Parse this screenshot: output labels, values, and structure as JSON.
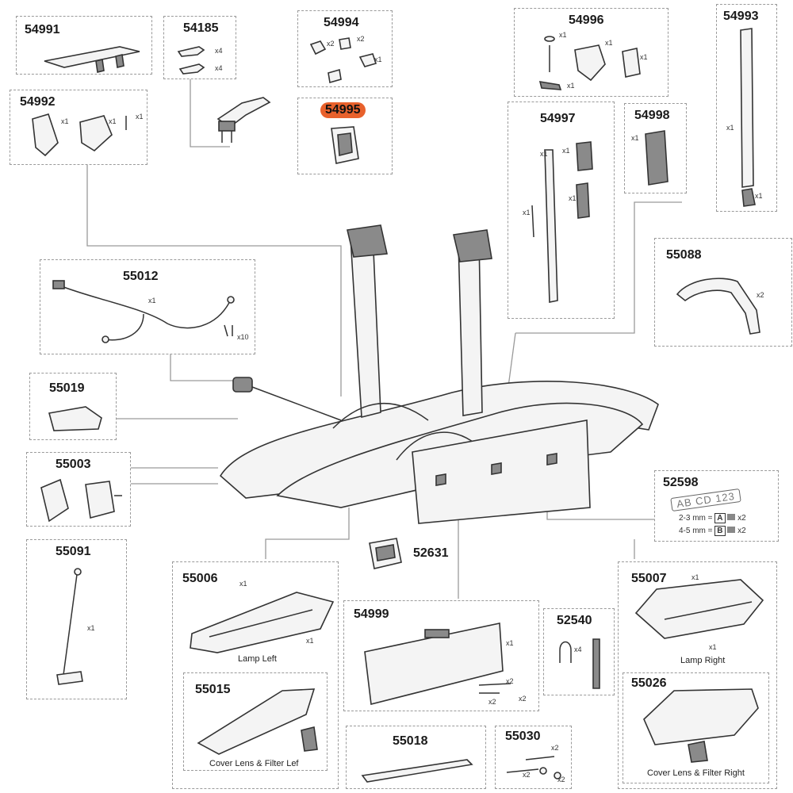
{
  "parts": {
    "p54991": {
      "number": "54991"
    },
    "p54185": {
      "number": "54185",
      "qty1": "x4",
      "qty2": "x4"
    },
    "p54994": {
      "number": "54994",
      "qty1": "x2",
      "qty2": "x2",
      "qty3": "x1"
    },
    "p54995": {
      "number": "54995"
    },
    "p54996": {
      "number": "54996",
      "qty1": "x1",
      "qty2": "x1",
      "qty3": "x1",
      "qty4": "x1"
    },
    "p54993": {
      "number": "54993",
      "qty1": "x1",
      "qty2": "x1"
    },
    "p54992": {
      "number": "54992",
      "qty1": "x1",
      "qty2": "x1",
      "qty3": "x1"
    },
    "p54997": {
      "number": "54997",
      "qty1": "x1",
      "qty2": "x1",
      "qty3": "x1",
      "qty4": "x1"
    },
    "p54998": {
      "number": "54998",
      "qty1": "x1"
    },
    "p55012": {
      "number": "55012",
      "qty1": "x1",
      "qty2": "x10"
    },
    "p55088": {
      "number": "55088",
      "qty1": "x2"
    },
    "p55019": {
      "number": "55019"
    },
    "p55003": {
      "number": "55003"
    },
    "p52598": {
      "number": "52598",
      "plate_text": "AB CD 123",
      "row1_label": "2-3 mm =",
      "row1_code": "A",
      "row1_qty": "x2",
      "row2_label": "4-5 mm =",
      "row2_code": "B",
      "row2_qty": "x2"
    },
    "p55091": {
      "number": "55091",
      "qty1": "x1"
    },
    "p52631": {
      "number": "52631"
    },
    "p55006": {
      "number": "55006",
      "qty1": "x1",
      "qty2": "x1",
      "caption": "Lamp Left"
    },
    "p55015": {
      "number": "55015",
      "caption": "Cover Lens & Filter Lef"
    },
    "p54999": {
      "number": "54999",
      "qty1": "x1",
      "qty2": "x2",
      "qty3": "x2",
      "qty4": "x2"
    },
    "p52540": {
      "number": "52540",
      "qty1": "x4"
    },
    "p55007": {
      "number": "55007",
      "qty1": "x1",
      "qty2": "x1",
      "caption": "Lamp Right"
    },
    "p55026": {
      "number": "55026",
      "caption": "Cover Lens & Filter Right"
    },
    "p55018": {
      "number": "55018"
    },
    "p55030": {
      "number": "55030",
      "qty1": "x2",
      "qty2": "x2",
      "qty3": "x2"
    }
  },
  "highlight_color": "#e8612c"
}
